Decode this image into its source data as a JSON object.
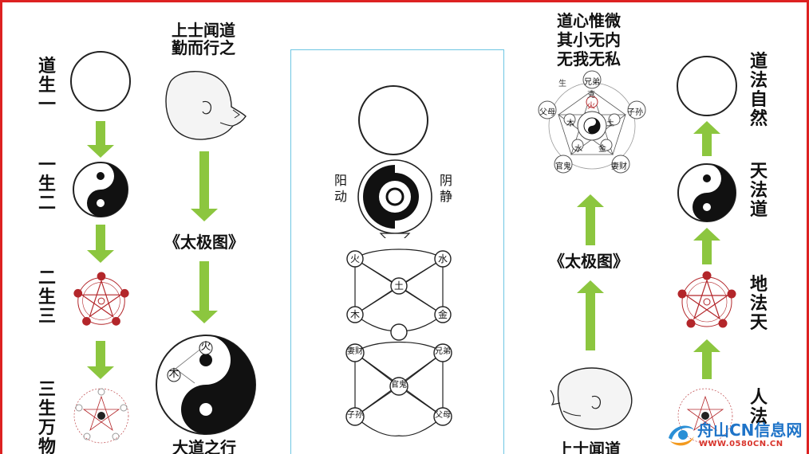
{
  "left": {
    "labels": [
      "道生一",
      "一生二",
      "二生三",
      "三生万物"
    ],
    "quote_top": [
      "上士闻道",
      "勤而行之"
    ],
    "taiji_title": "《太极图》",
    "bottom_caption": "大道之行"
  },
  "center": {
    "yang": "阳动",
    "yin": "阴静",
    "elements": [
      "火",
      "水",
      "土",
      "木",
      "金"
    ],
    "relations": [
      "妻财",
      "兄弟",
      "官鬼",
      "子孙",
      "父母"
    ]
  },
  "right": {
    "quote_top": [
      "道心惟微",
      "其小无内",
      "无我无私"
    ],
    "wheel": [
      "兄弟",
      "子孙",
      "妻财",
      "官鬼",
      "父母",
      "生",
      "克",
      "火",
      "土",
      "金",
      "水",
      "木"
    ],
    "taiji_title": "《太极图》",
    "bottom_caption": "上士闻道",
    "labels": [
      "道法自然",
      "天法道",
      "地法天",
      "人法"
    ]
  },
  "taiji_big": {
    "elements": [
      "火",
      "木"
    ]
  },
  "watermark": {
    "cn": "舟山CN信息网",
    "url": "WWW.0580CN.CN"
  },
  "colors": {
    "arrow": "#8cc63f",
    "frame": "#d22222",
    "box": "#6ec6e3",
    "wheel_red": "#b3262a"
  }
}
